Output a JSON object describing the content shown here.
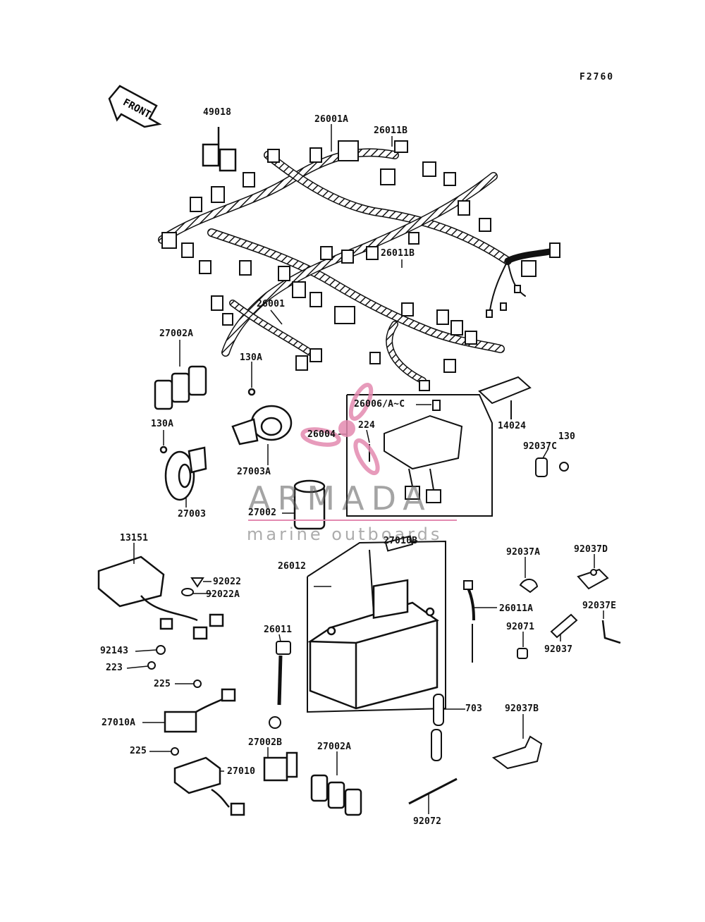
{
  "figure_number": "F2760",
  "direction_label": "FRONT",
  "watermark": {
    "brand": "ARMADA",
    "tagline": "marine outboards",
    "accent_color": "#e38ab0"
  },
  "part_labels": {
    "p49018": "49018",
    "p26001A": "26001A",
    "p26011B_top": "26011B",
    "p26011B_mid": "26011B",
    "p26001": "26001",
    "p27002A_top": "27002A",
    "p130A_top": "130A",
    "p130A_left": "130A",
    "p27003A": "27003A",
    "p27003": "27003",
    "p26006": "26006/A~C",
    "p26004": "26004",
    "p224": "224",
    "p14024": "14024",
    "p92037C": "92037C",
    "p130": "130",
    "p27002": "27002",
    "p13151": "13151",
    "p27010B": "27010B",
    "p26012": "26012",
    "p92037A": "92037A",
    "p92037D": "92037D",
    "p92022": "92022",
    "p92022A": "92022A",
    "p26011A": "26011A",
    "p92037E": "92037E",
    "p26011": "26011",
    "p92143": "92143",
    "p223": "223",
    "p92071": "92071",
    "p92037": "92037",
    "p225_top": "225",
    "p703": "703",
    "p27010A": "27010A",
    "p92037B": "92037B",
    "p27002B": "27002B",
    "p27002A_bottom": "27002A",
    "p225_bottom": "225",
    "p27010": "27010",
    "p92072": "92072"
  }
}
